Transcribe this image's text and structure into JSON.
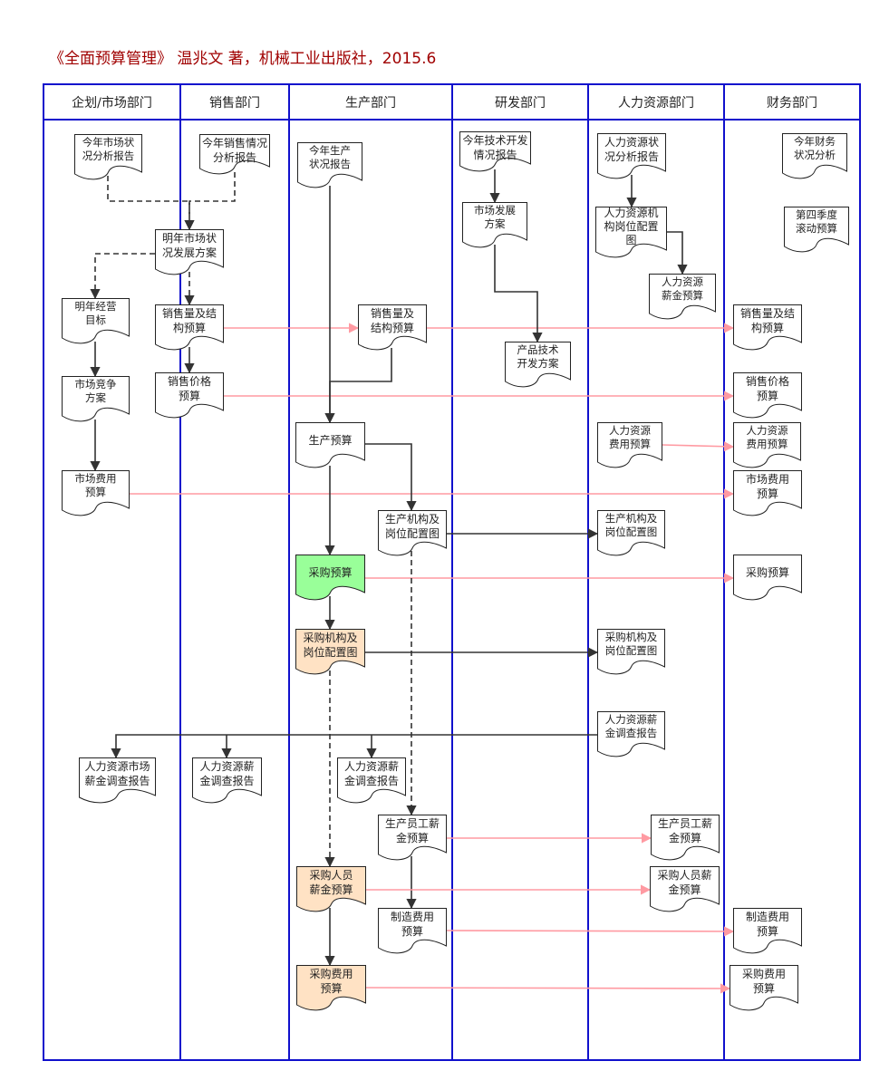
{
  "title": "《全面预算管理》 温兆文 著，机械工业出版社，2015.6",
  "lanes": [
    {
      "id": "plan",
      "label": "企划/市场部门"
    },
    {
      "id": "sales",
      "label": "销售部门"
    },
    {
      "id": "prod",
      "label": "生产部门"
    },
    {
      "id": "rd",
      "label": "研发部门"
    },
    {
      "id": "hr",
      "label": "人力资源部门"
    },
    {
      "id": "fin",
      "label": "财务部门"
    }
  ],
  "colors": {
    "lane_border": "#1010cc",
    "edge_dark": "#333333",
    "edge_pink": "#ff9aa2",
    "title": "#a00000",
    "fill_green": "#99ff99",
    "fill_peach": "#ffe2c4"
  },
  "nodes": [
    {
      "id": "n1",
      "label": "今年市场状\n况分析报告",
      "lane": "plan"
    },
    {
      "id": "n2",
      "label": "今年销售情况\n分析报告",
      "lane": "sales"
    },
    {
      "id": "n3",
      "label": "明年市场状\n况发展方案",
      "lane": "sales"
    },
    {
      "id": "n4",
      "label": "明年经营\n目标",
      "lane": "plan"
    },
    {
      "id": "n5",
      "label": "销售量及结\n构预算",
      "lane": "sales"
    },
    {
      "id": "n6",
      "label": "市场竞争\n方案",
      "lane": "plan"
    },
    {
      "id": "n7",
      "label": "销售价格\n预算",
      "lane": "sales"
    },
    {
      "id": "n8",
      "label": "市场费用\n预算",
      "lane": "plan"
    },
    {
      "id": "n9",
      "label": "今年生产\n状况报告",
      "lane": "prod"
    },
    {
      "id": "n10",
      "label": "销售量及\n结构预算",
      "lane": "prod"
    },
    {
      "id": "n11",
      "label": "生产预算",
      "lane": "prod"
    },
    {
      "id": "n12",
      "label": "生产机构及\n岗位配置图",
      "lane": "prod"
    },
    {
      "id": "n13",
      "label": "采购预算",
      "lane": "prod",
      "fill": "fill_green"
    },
    {
      "id": "n14",
      "label": "采购机构及\n岗位配置图",
      "lane": "prod",
      "fill": "fill_peach"
    },
    {
      "id": "n15",
      "label": "今年技术开发\n情况报告",
      "lane": "rd"
    },
    {
      "id": "n16",
      "label": "市场发展\n方案",
      "lane": "rd"
    },
    {
      "id": "n17",
      "label": "产品技术\n开发方案",
      "lane": "rd"
    },
    {
      "id": "n18",
      "label": "人力资源状\n况分析报告",
      "lane": "hr"
    },
    {
      "id": "n19",
      "label": "人力资源机\n构岗位配置\n图",
      "lane": "hr"
    },
    {
      "id": "n20",
      "label": "人力资源\n薪金预算",
      "lane": "hr"
    },
    {
      "id": "n21",
      "label": "人力资源\n费用预算",
      "lane": "hr"
    },
    {
      "id": "n22",
      "label": "生产机构及\n岗位配置图",
      "lane": "hr"
    },
    {
      "id": "n23",
      "label": "采购机构及\n岗位配置图",
      "lane": "hr"
    },
    {
      "id": "n24",
      "label": "人力资源薪\n金调查报告",
      "lane": "hr"
    },
    {
      "id": "n25",
      "label": "今年财务\n状况分析",
      "lane": "fin"
    },
    {
      "id": "n26",
      "label": "第四季度\n滚动预算",
      "lane": "fin"
    },
    {
      "id": "n27",
      "label": "销售量及结\n构预算",
      "lane": "fin"
    },
    {
      "id": "n28",
      "label": "销售价格\n预算",
      "lane": "fin"
    },
    {
      "id": "n29",
      "label": "人力资源\n费用预算",
      "lane": "fin"
    },
    {
      "id": "n30",
      "label": "市场费用\n预算",
      "lane": "fin"
    },
    {
      "id": "n31",
      "label": "采购预算",
      "lane": "fin"
    },
    {
      "id": "n32",
      "label": "人力资源市场\n薪金调查报告",
      "lane": "plan"
    },
    {
      "id": "n33",
      "label": "人力资源薪\n金调查报告",
      "lane": "sales"
    },
    {
      "id": "n34",
      "label": "人力资源薪\n金调查报告",
      "lane": "prod"
    },
    {
      "id": "n35",
      "label": "生产员工薪\n金预算",
      "lane": "prod"
    },
    {
      "id": "n36",
      "label": "生产员工薪\n金预算",
      "lane": "hr"
    },
    {
      "id": "n37",
      "label": "采购人员\n薪金预算",
      "lane": "prod",
      "fill": "fill_peach"
    },
    {
      "id": "n38",
      "label": "采购人员薪\n金预算",
      "lane": "hr"
    },
    {
      "id": "n39",
      "label": "制造费用\n预算",
      "lane": "prod"
    },
    {
      "id": "n40",
      "label": "制造费用\n预算",
      "lane": "fin"
    },
    {
      "id": "n41",
      "label": "采购费用\n预算",
      "lane": "prod",
      "fill": "fill_peach"
    },
    {
      "id": "n42",
      "label": "采购费用\n预算",
      "lane": "fin"
    }
  ],
  "edges": [
    {
      "from": "n1",
      "to": "n3",
      "style": "dashed"
    },
    {
      "from": "n2",
      "to": "n3",
      "style": "dashed"
    },
    {
      "from": "n3",
      "to": "n4",
      "style": "dashed"
    },
    {
      "from": "n3",
      "to": "n5",
      "style": "dashed"
    },
    {
      "from": "n4",
      "to": "n6",
      "style": "solid"
    },
    {
      "from": "n5",
      "to": "n7",
      "style": "solid"
    },
    {
      "from": "n6",
      "to": "n8",
      "style": "solid"
    },
    {
      "from": "n5",
      "to": "n10",
      "style": "pink"
    },
    {
      "from": "n10",
      "to": "n27",
      "style": "pink"
    },
    {
      "from": "n7",
      "to": "n28",
      "style": "pink"
    },
    {
      "from": "n8",
      "to": "n30",
      "style": "pink"
    },
    {
      "from": "n9",
      "to": "n11",
      "style": "solid"
    },
    {
      "from": "n10",
      "to": "n11",
      "style": "solid"
    },
    {
      "from": "n11",
      "to": "n12",
      "style": "solid"
    },
    {
      "from": "n11",
      "to": "n13",
      "style": "solid"
    },
    {
      "from": "n13",
      "to": "n14",
      "style": "solid"
    },
    {
      "from": "n13",
      "to": "n31",
      "style": "pink"
    },
    {
      "from": "n12",
      "to": "n22",
      "style": "solid"
    },
    {
      "from": "n14",
      "to": "n23",
      "style": "solid"
    },
    {
      "from": "n15",
      "to": "n16",
      "style": "solid"
    },
    {
      "from": "n16",
      "to": "n17",
      "style": "solid"
    },
    {
      "from": "n18",
      "to": "n19",
      "style": "solid"
    },
    {
      "from": "n19",
      "to": "n20",
      "style": "solid"
    },
    {
      "from": "n21",
      "to": "n29",
      "style": "pink"
    },
    {
      "from": "n24",
      "to": "n32",
      "style": "solid"
    },
    {
      "from": "n24",
      "to": "n33",
      "style": "solid"
    },
    {
      "from": "n24",
      "to": "n34",
      "style": "solid"
    },
    {
      "from": "n12",
      "to": "n35",
      "style": "dashed"
    },
    {
      "from": "n14",
      "to": "n37",
      "style": "dashed"
    },
    {
      "from": "n35",
      "to": "n36",
      "style": "pink"
    },
    {
      "from": "n35",
      "to": "n39",
      "style": "solid"
    },
    {
      "from": "n37",
      "to": "n38",
      "style": "pink"
    },
    {
      "from": "n37",
      "to": "n41",
      "style": "solid"
    },
    {
      "from": "n39",
      "to": "n40",
      "style": "pink"
    },
    {
      "from": "n41",
      "to": "n42",
      "style": "pink"
    }
  ]
}
